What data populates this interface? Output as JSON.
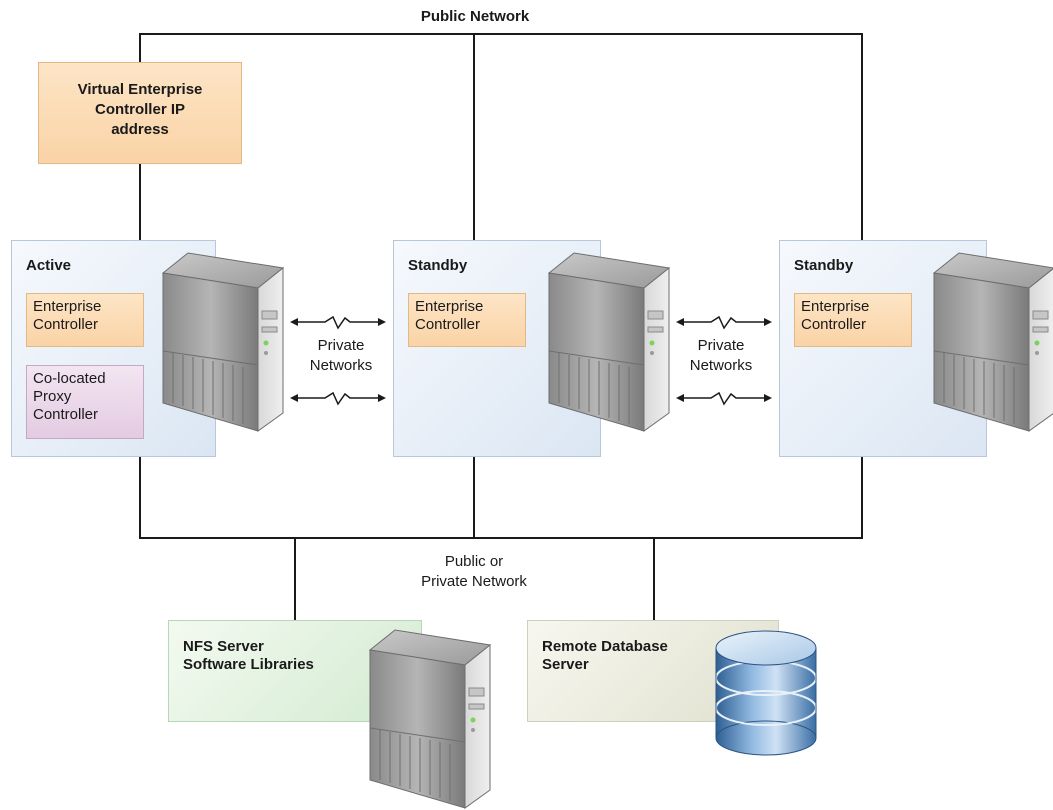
{
  "labels": {
    "public_network": "Public Network",
    "vip_line1": "Virtual Enterprise",
    "vip_line2": "Controller IP",
    "vip_line3": "address",
    "active": "Active",
    "standby_1": "Standby",
    "standby_2": "Standby",
    "ec_line1": "Enterprise",
    "ec_line2": "Controller",
    "proxy_line1": "Co-located",
    "proxy_line2": "Proxy",
    "proxy_line3": "Controller",
    "private_line1": "Private",
    "private_line2": "Networks",
    "pub_priv_line1": "Public or",
    "pub_priv_line2": "Private Network",
    "nfs_line1": "NFS Server",
    "nfs_line2": "Software Libraries",
    "db_line1": "Remote Database",
    "db_line2": "Server"
  },
  "icons": [
    "server-tower-icon",
    "database-icon",
    "double-arrow-link-icon"
  ],
  "colors": {
    "panel_blue": "#dbe6f3",
    "box_orange": "#fad3a6",
    "box_purple": "#e3cbe2",
    "panel_green": "#d3ebd0",
    "panel_tan": "#e0e0cf",
    "line": "#1a1a1a"
  }
}
